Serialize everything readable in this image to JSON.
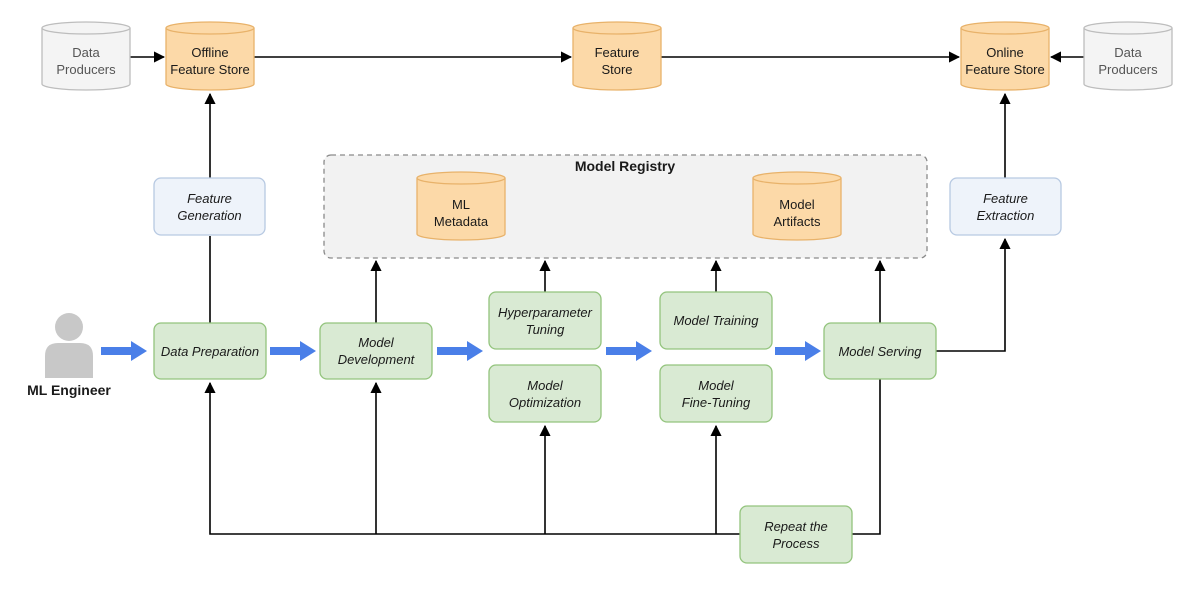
{
  "colors": {
    "store_fill": "#fcd9a8",
    "store_stroke": "#e8b26a",
    "producer_fill": "#f4f4f4",
    "producer_stroke": "#bdbdbd",
    "process_fill": "#d9ead3",
    "process_stroke": "#93c47d",
    "feature_fill": "#eef3fa",
    "feature_stroke": "#b7c9e2",
    "registry_fill": "#f2f2f2",
    "registry_stroke": "#8a8a8a",
    "flow_arrow": "#4a7fe8",
    "connector": "#000000",
    "person": "#c8c8c8"
  },
  "stores": {
    "offline": "Offline\nFeature Store",
    "feature": "Feature\nStore",
    "online": "Online\nFeature Store",
    "ml_metadata": "ML\nMetadata",
    "model_artifacts": "Model\nArtifacts"
  },
  "producers": {
    "left": "Data\nProducers",
    "right": "Data\nProducers"
  },
  "registry": {
    "title": "Model Registry"
  },
  "features": {
    "generation": "Feature\nGeneration",
    "extraction": "Feature\nExtraction"
  },
  "actor": {
    "label": "ML Engineer",
    "icon": "person-icon"
  },
  "steps": {
    "data_preparation": "Data Preparation",
    "model_development": "Model\nDevelopment",
    "hyperparameter_tuning": "Hyperparameter\nTuning",
    "model_optimization": "Model\nOptimization",
    "model_training": "Model Training",
    "model_fine_tuning": "Model\nFine-Tuning",
    "model_serving": "Model Serving",
    "repeat": "Repeat the\nProcess"
  }
}
